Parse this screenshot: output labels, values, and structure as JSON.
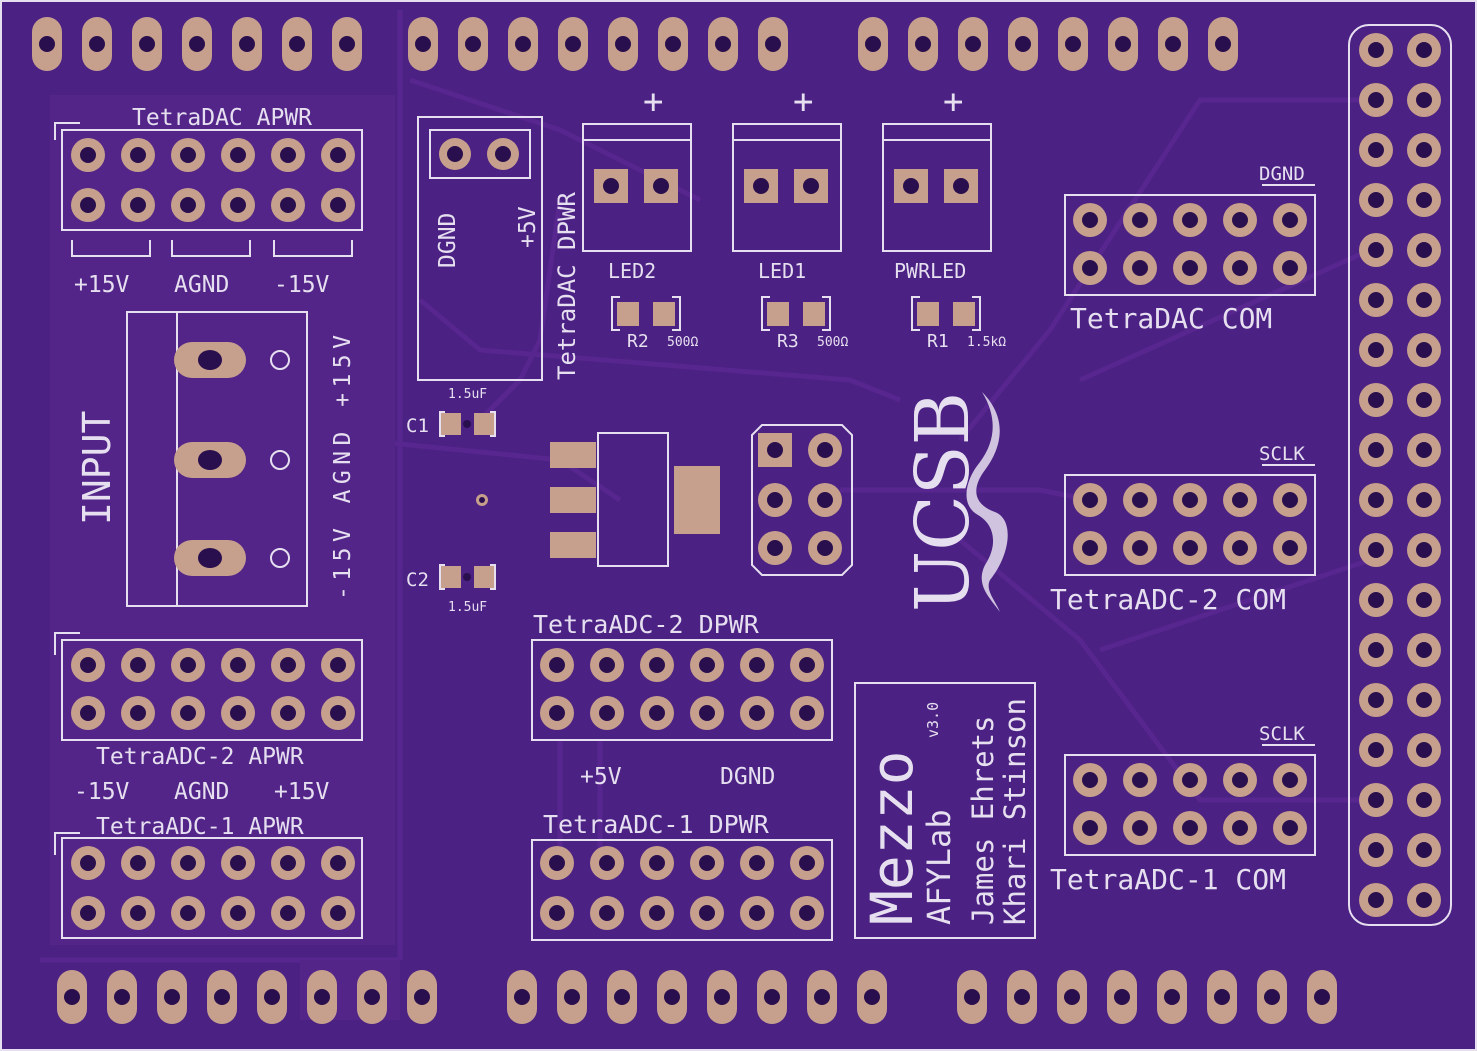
{
  "colors": {
    "board": "#4b2183",
    "copper_trace": "#57268f",
    "pad": "#c6a08c",
    "pad_dark": "#a88474",
    "hole": "#2a0f4e",
    "silk": "#e6dff0"
  },
  "labels": {
    "tetradac_apwr": "TetraDAC APWR",
    "plus15": "+15V",
    "agnd": "AGND",
    "minus15": "-15V",
    "input": "INPUT",
    "input_pin_labels": "-15V AGND +15V",
    "tetraadc2_apwr": "TetraADC-2 APWR",
    "tetraadc1_apwr": "TetraADC-1 APWR",
    "adc2_rail_labels": {
      "left": "-15V",
      "mid": "AGND",
      "right": "+15V"
    },
    "tetradac_dpwr": "TetraDAC DPWR",
    "dgnd": "DGND",
    "plus5": "+5V",
    "plus_sign": "+",
    "led2": "LED2",
    "led1": "LED1",
    "pwrled": "PWRLED",
    "r2": "R2",
    "r3": "R3",
    "r1": "R1",
    "r2_val": "500Ω",
    "r3_val": "500Ω",
    "r1_val": "1.5kΩ",
    "c1": "C1",
    "c2": "C2",
    "cap_val": "1.5uF",
    "tetraadc2_dpwr": "TetraADC-2 DPWR",
    "tetraadc1_dpwr": "TetraADC-1 DPWR",
    "dpwr_plus5": "+5V",
    "dpwr_dgnd": "DGND",
    "tetradac_com": "TetraDAC COM",
    "tetraadc2_com": "TetraADC-2 COM",
    "tetraadc1_com": "TetraADC-1 COM",
    "dac_com_tag": "DGND",
    "adc2_com_tag": "SCLK",
    "adc1_com_tag": "SCLK",
    "ucsb": "UCSB",
    "mezzo": "Mezzo",
    "version": "v3.0",
    "lab": "AFYLab",
    "author1": "James Ehrets",
    "author2": "Khari Stinson"
  }
}
